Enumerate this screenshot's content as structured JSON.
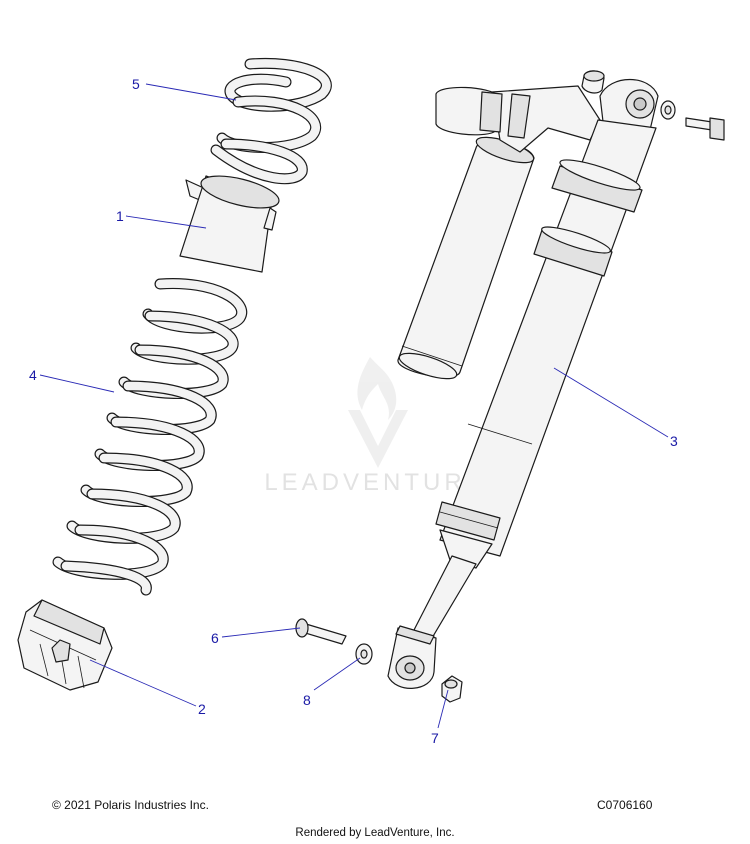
{
  "callouts": [
    "1",
    "2",
    "3",
    "4",
    "5",
    "6",
    "7",
    "8"
  ],
  "watermark": {
    "text": "LEADVENTURE"
  },
  "footer": {
    "copyright": "© 2021 Polaris Industries Inc.",
    "diagram_code": "C0706160",
    "rendered_by": "Rendered by LeadVenture, Inc."
  }
}
